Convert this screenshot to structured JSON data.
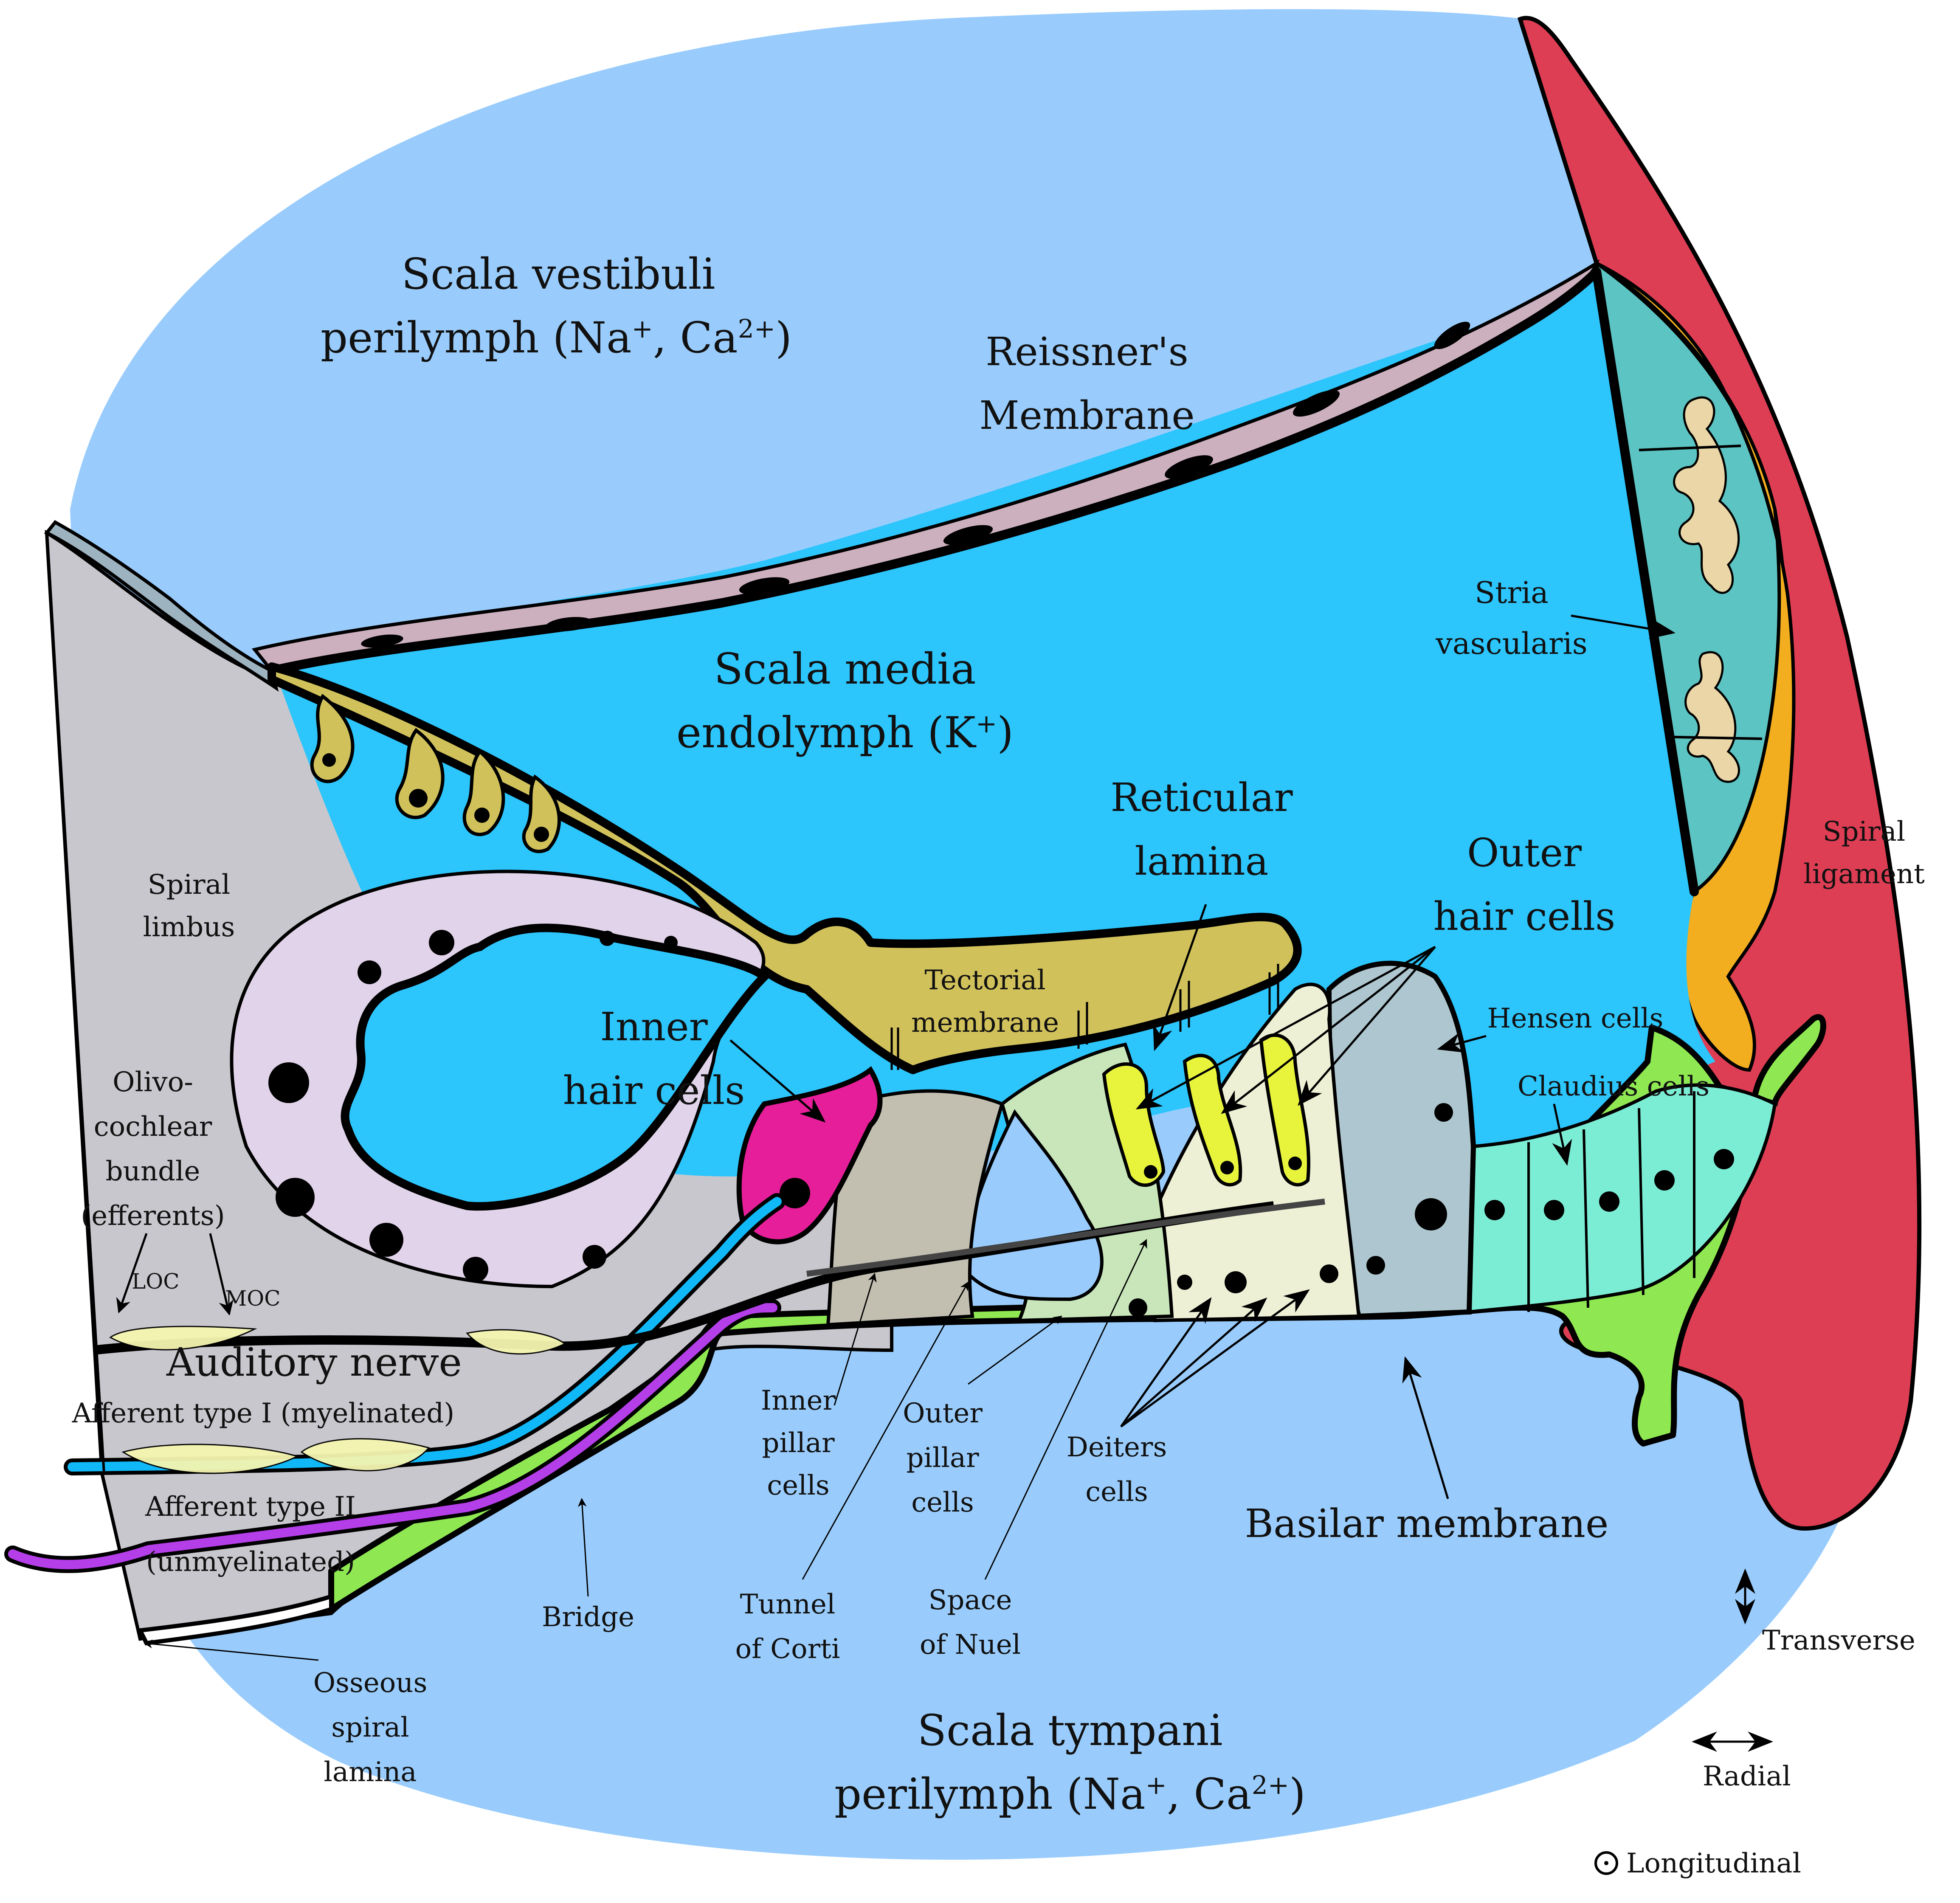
{
  "title": "Cross-section of the cochlear duct and organ of Corti",
  "colors": {
    "perilymph": "#99ccfc",
    "endolymph": "#2cc5fc",
    "reissner": "#cdb0be",
    "spiral_limbus": "#c7c7cd",
    "tectorial": "#d1c15b",
    "inner_sulcus_cells": "#e1d3ea",
    "inner_hair_cell": "#e61e99",
    "outer_hair_cells": "#e8f43c",
    "deiters": "#eef0d6",
    "pillar": "#c2bfb1",
    "outer_pillar": "#c8e6b9",
    "hensen": "#aec6cf",
    "claudius": "#7cedd5",
    "basilar": "#8fe852",
    "stria": "#5cc4c2",
    "stria_vessels": "#ead6a6",
    "stria_border": "#f2ae1e",
    "spiral_ligament": "#de3e54",
    "afferent_I": "#11b8f7",
    "afferent_II": "#b43ee8",
    "myelin": "#f5f5b0"
  },
  "regions": {
    "scala_vestibuli": {
      "line1": "Scala vestibuli",
      "line2_prefix": "perilymph (Na",
      "sup1": "+",
      "mid": ", Ca",
      "sup2": "2+",
      "end": ")"
    },
    "scala_media": {
      "line1": "Scala media",
      "line2_prefix": "endolymph (K",
      "sup1": "+",
      "end": ")"
    },
    "scala_tympani": {
      "line1": "Scala tympani",
      "line2_prefix": "perilymph (Na",
      "sup1": "+",
      "mid": ", Ca",
      "sup2": "2+",
      "end": ")"
    }
  },
  "labels": {
    "reissner": [
      "Reissner's",
      "Membrane"
    ],
    "stria": [
      "Stria",
      "vascularis"
    ],
    "spiral_ligament": [
      "Spiral",
      "ligament"
    ],
    "reticular_lamina": [
      "Reticular",
      "lamina"
    ],
    "outer_hair_cells": [
      "Outer",
      "hair cells"
    ],
    "inner_hair_cells": [
      "Inner",
      "hair cells"
    ],
    "tectorial": [
      "Tectorial",
      "membrane"
    ],
    "hensen": "Hensen cells",
    "claudius": "Claudius cells",
    "spiral_limbus": [
      "Spiral",
      "limbus"
    ],
    "olivocochlear": [
      "Olivo-",
      "cochlear",
      "bundle",
      "(efferents)"
    ],
    "loc": "LOC",
    "moc": "MOC",
    "auditory_nerve": "Auditory nerve",
    "afferent_I": "Afferent type I (myelinated)",
    "afferent_II": [
      "Afferent type II",
      "(unmyelinated)"
    ],
    "inner_pillar": [
      "Inner",
      "pillar",
      "cells"
    ],
    "outer_pillar": [
      "Outer",
      "pillar",
      "cells"
    ],
    "deiters": [
      "Deiters",
      "cells"
    ],
    "basilar": "Basilar membrane",
    "bridge": "Bridge",
    "tunnel": [
      "Tunnel",
      "of Corti"
    ],
    "nuel": [
      "Space",
      "of Nuel"
    ],
    "osseous": [
      "Osseous",
      "spiral",
      "lamina"
    ]
  },
  "axes_legend": {
    "transverse": "Transverse",
    "radial": "Radial",
    "longitudinal": "Longitudinal"
  }
}
